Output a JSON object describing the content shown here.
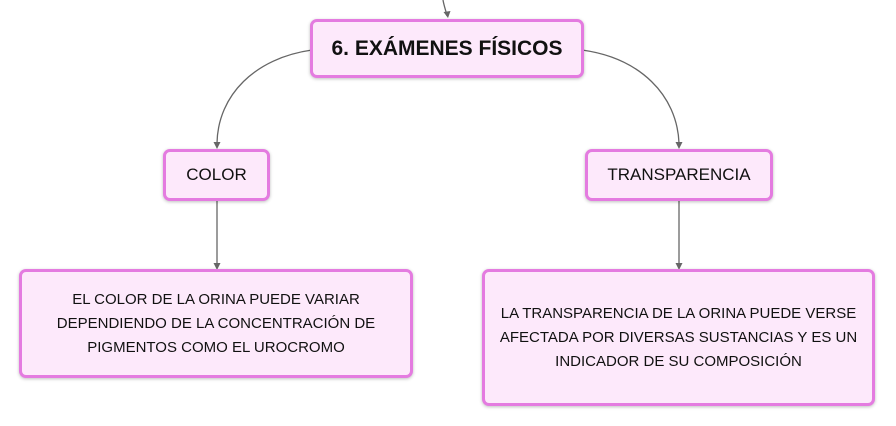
{
  "diagram": {
    "root": {
      "label": "6. EXÁMENES FÍSICOS"
    },
    "branches": [
      {
        "label": "COLOR",
        "description": "EL COLOR DE LA ORINA PUEDE VARIAR DEPENDIENDO DE LA CONCENTRACIÓN DE PIGMENTOS COMO EL UROCROMO"
      },
      {
        "label": "TRANSPARENCIA",
        "description": "LA TRANSPARENCIA DE LA ORINA PUEDE VERSE AFECTADA POR DIVERSAS SUSTANCIAS Y ES UN INDICADOR DE SU COMPOSICIÓN"
      }
    ]
  },
  "colors": {
    "node_fill": "#fde9fb",
    "node_border": "#e47be0",
    "connector": "#666666"
  }
}
